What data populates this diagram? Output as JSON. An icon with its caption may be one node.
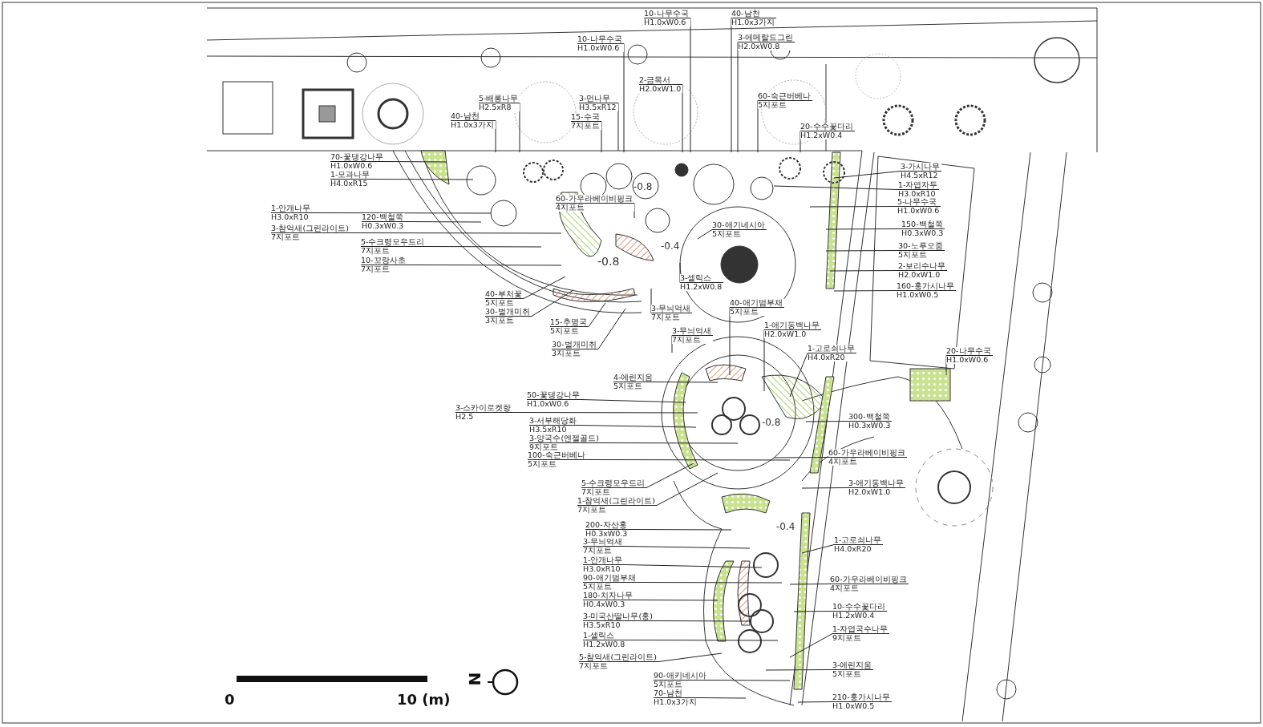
{
  "diagram": {
    "nodes": [
      {
        "text": [
          "10-나무수국",
          "H1.0xW0.6"
        ]
      },
      {
        "text": [
          "40-남천",
          "H1.0x3가지"
        ]
      },
      {
        "text": [
          "10-나무수국",
          "H1.0xW0.6"
        ]
      },
      {
        "text": [
          "3-에메랄드그린",
          "H2.0xW0.8"
        ]
      },
      {
        "text": [
          "2-금목서",
          "H2.0xW1.0"
        ]
      },
      {
        "text": [
          "5-배롱나무",
          "H2.5xR8"
        ]
      },
      {
        "text": [
          "3-먼나무",
          "H3.5xR12"
        ]
      },
      {
        "text": [
          "40-남천",
          "H1.0x3가지"
        ]
      },
      {
        "text": [
          "15-수국",
          "7지포트"
        ]
      },
      {
        "text": [
          "60-숙근버베나",
          "5지포트"
        ]
      },
      {
        "text": [
          "20-수수꽃다리",
          "H1.2xW0.4"
        ]
      },
      {
        "text": [
          "70-꽃댕강나무",
          "H1.0xW0.6"
        ]
      },
      {
        "text": [
          "1-모과나무",
          "H4.0xR15"
        ]
      },
      {
        "text": [
          "1-안개나무",
          "H3.0xR10"
        ]
      },
      {
        "text": [
          "120-백철쭉",
          "H0.3xW0.3"
        ]
      },
      {
        "text": [
          "3-참억새(그린라이트)",
          "7지포트"
        ]
      },
      {
        "text": [
          "5-수크령모우드리",
          "7지포트"
        ]
      },
      {
        "text": [
          "10-꼬랑사초",
          "7지포트"
        ]
      },
      {
        "text": [
          "60-가우라베이비핑크",
          "4지포트"
        ]
      },
      {
        "text": [
          "40-부처꽃",
          "5지포트"
        ]
      },
      {
        "text": [
          "30-벌개미취",
          "3지포트"
        ]
      },
      {
        "text": [
          "15-추명국",
          "5지포트"
        ]
      },
      {
        "text": [
          "30-벌개미취",
          "3지포트"
        ]
      },
      {
        "text": [
          "30-애기네시아",
          "5지포트"
        ]
      },
      {
        "text": [
          "3-셀릭스",
          "H1.2xW0.8"
        ]
      },
      {
        "text": [
          "3-무늬억새",
          "7지포트"
        ]
      },
      {
        "text": [
          "40-애기범부채",
          "5지포트"
        ]
      },
      {
        "text": [
          "3-무늬억새",
          "7지포트"
        ]
      },
      {
        "text": [
          "1-애기동백나무",
          "H2.0xW1.0"
        ]
      },
      {
        "text": [
          "1-고로쇠나무",
          "H4.0xR20"
        ]
      },
      {
        "text": [
          "3-가시나무",
          "H4.5xR12"
        ]
      },
      {
        "text": [
          "1-자엽자두",
          "H3.0xR10"
        ]
      },
      {
        "text": [
          "5-나무수국",
          "H1.0xW0.6"
        ]
      },
      {
        "text": [
          "150-백철쭉",
          "H0.3xW0.3"
        ]
      },
      {
        "text": [
          "30-노루오줌",
          "5지포트"
        ]
      },
      {
        "text": [
          "2-보리수나무",
          "H2.0xW1.0"
        ]
      },
      {
        "text": [
          "160-홍가시나무",
          "H1.0xW0.5"
        ]
      },
      {
        "text": [
          "20-나무수국",
          "H1.0xW0.6"
        ]
      },
      {
        "text": [
          "4-에린지움",
          "5지포트"
        ]
      },
      {
        "text": [
          "50-꽃댕강나무",
          "H1.0xW0.6"
        ]
      },
      {
        "text": [
          "3-스카이로켓향",
          "H2.5"
        ]
      },
      {
        "text": [
          "3-서부해당화",
          "H3.5xR10"
        ]
      },
      {
        "text": [
          "3-양국수(엔젤골드)",
          "9지포트"
        ]
      },
      {
        "text": [
          "100-숙근버베나",
          "5지포트"
        ]
      },
      {
        "text": [
          "5-수크령모우드리",
          "7지포트"
        ]
      },
      {
        "text": [
          "1-참억새(그린라이트)",
          "7지포트"
        ]
      },
      {
        "text": [
          "300-백철쭉",
          "H0.3xW0.3"
        ]
      },
      {
        "text": [
          "60-가우라베이비핑크",
          "4지포트"
        ]
      },
      {
        "text": [
          "3-애기동백나무",
          "H2.0xW1.0"
        ]
      },
      {
        "text": [
          "200-자산홍",
          "H0.3xW0.3"
        ]
      },
      {
        "text": [
          "3-무늬억새",
          "7지포트"
        ]
      },
      {
        "text": [
          "1-안개나무",
          "H3.0xR10"
        ]
      },
      {
        "text": [
          "90-애기범부채",
          "5지포트"
        ]
      },
      {
        "text": [
          "180-치자나무",
          "H0.4xW0.3"
        ]
      },
      {
        "text": [
          "3-미국산딸나무(홍)",
          "H3.5xR10"
        ]
      },
      {
        "text": [
          "1-셀릭스",
          "H1.2xW0.8"
        ]
      },
      {
        "text": [
          "5-참억새(그린라이트)",
          "7지포트"
        ]
      },
      {
        "text": [
          "90-애키네시아",
          "5지포트"
        ]
      },
      {
        "text": [
          "70-남천",
          "H1.0x3가지"
        ]
      },
      {
        "text": [
          "1-고로쇠나무",
          "H4.0xR20"
        ]
      },
      {
        "text": [
          "60-가우라베이비핑크",
          "4지포트"
        ]
      },
      {
        "text": [
          "10-수수꽃다리",
          "H1.2xW0.4"
        ]
      },
      {
        "text": [
          "1-자엽국수나무",
          "9지포트"
        ]
      },
      {
        "text": [
          "3-에린지움",
          "5지포트"
        ]
      },
      {
        "text": [
          "210-홍가시나무",
          "H1.0xW0.5"
        ]
      }
    ],
    "edges": [
      {
        "from": 0,
        "to": null,
        "arrow": "none"
      },
      {
        "from": 1,
        "to": null,
        "arrow": "none"
      },
      {
        "from": 2,
        "to": null,
        "arrow": "none"
      },
      {
        "from": 3,
        "to": null,
        "arrow": "none"
      },
      {
        "from": 4,
        "to": null,
        "arrow": "none"
      },
      {
        "from": 5,
        "to": null,
        "arrow": "none"
      },
      {
        "from": 6,
        "to": null,
        "arrow": "none"
      },
      {
        "from": 7,
        "to": null,
        "arrow": "none"
      },
      {
        "from": 8,
        "to": null,
        "arrow": "none"
      },
      {
        "from": 9,
        "to": null,
        "arrow": "none"
      },
      {
        "from": 10,
        "to": null,
        "arrow": "none"
      },
      {
        "from": 11,
        "to": null,
        "arrow": "none"
      },
      {
        "from": 12,
        "to": null,
        "arrow": "none"
      },
      {
        "from": 13,
        "to": null,
        "arrow": "none"
      },
      {
        "from": 14,
        "to": null,
        "arrow": "none"
      },
      {
        "from": 15,
        "to": null,
        "arrow": "none"
      },
      {
        "from": 16,
        "to": null,
        "arrow": "none"
      },
      {
        "from": 17,
        "to": null,
        "arrow": "none"
      },
      {
        "from": 18,
        "to": null,
        "arrow": "none"
      },
      {
        "from": 19,
        "to": null,
        "arrow": "none"
      },
      {
        "from": 20,
        "to": null,
        "arrow": "none"
      },
      {
        "from": 21,
        "to": null,
        "arrow": "none"
      },
      {
        "from": 22,
        "to": null,
        "arrow": "none"
      },
      {
        "from": 23,
        "to": null,
        "arrow": "none"
      },
      {
        "from": 24,
        "to": null,
        "arrow": "none"
      },
      {
        "from": 25,
        "to": null,
        "arrow": "none"
      },
      {
        "from": 26,
        "to": null,
        "arrow": "none"
      },
      {
        "from": 27,
        "to": null,
        "arrow": "none"
      },
      {
        "from": 28,
        "to": null,
        "arrow": "none"
      },
      {
        "from": 29,
        "to": null,
        "arrow": "none"
      },
      {
        "from": 30,
        "to": null,
        "arrow": "none"
      },
      {
        "from": 31,
        "to": null,
        "arrow": "none"
      },
      {
        "from": 32,
        "to": null,
        "arrow": "none"
      },
      {
        "from": 33,
        "to": null,
        "arrow": "none"
      },
      {
        "from": 34,
        "to": null,
        "arrow": "none"
      },
      {
        "from": 35,
        "to": null,
        "arrow": "none"
      },
      {
        "from": 36,
        "to": null,
        "arrow": "none"
      },
      {
        "from": 37,
        "to": null,
        "arrow": "none"
      },
      {
        "from": 38,
        "to": null,
        "arrow": "none"
      },
      {
        "from": 39,
        "to": null,
        "arrow": "none"
      },
      {
        "from": 40,
        "to": null,
        "arrow": "none"
      },
      {
        "from": 41,
        "to": null,
        "arrow": "none"
      },
      {
        "from": 42,
        "to": null,
        "arrow": "none"
      },
      {
        "from": 43,
        "to": null,
        "arrow": "none"
      },
      {
        "from": 44,
        "to": null,
        "arrow": "none"
      },
      {
        "from": 45,
        "to": null,
        "arrow": "none"
      },
      {
        "from": 46,
        "to": null,
        "arrow": "none"
      },
      {
        "from": 47,
        "to": null,
        "arrow": "none"
      },
      {
        "from": 48,
        "to": null,
        "arrow": "none"
      },
      {
        "from": 49,
        "to": null,
        "arrow": "none"
      },
      {
        "from": 50,
        "to": null,
        "arrow": "none"
      },
      {
        "from": 51,
        "to": null,
        "arrow": "none"
      },
      {
        "from": 52,
        "to": null,
        "arrow": "none"
      },
      {
        "from": 53,
        "to": null,
        "arrow": "none"
      },
      {
        "from": 54,
        "to": null,
        "arrow": "none"
      },
      {
        "from": 55,
        "to": null,
        "arrow": "none"
      },
      {
        "from": 56,
        "to": null,
        "arrow": "none"
      },
      {
        "from": 57,
        "to": null,
        "arrow": "none"
      },
      {
        "from": 58,
        "to": null,
        "arrow": "none"
      },
      {
        "from": 59,
        "to": null,
        "arrow": "none"
      },
      {
        "from": 60,
        "to": null,
        "arrow": "none"
      },
      {
        "from": 61,
        "to": null,
        "arrow": "none"
      },
      {
        "from": 62,
        "to": null,
        "arrow": "none"
      },
      {
        "from": 63,
        "to": null,
        "arrow": "none"
      },
      {
        "from": 64,
        "to": null,
        "arrow": "none"
      }
    ],
    "labels": [
      "-0.8",
      "-0.4",
      "-0.8",
      "-0.8",
      "-0.4",
      "0",
      "10 (m)",
      "N"
    ]
  }
}
